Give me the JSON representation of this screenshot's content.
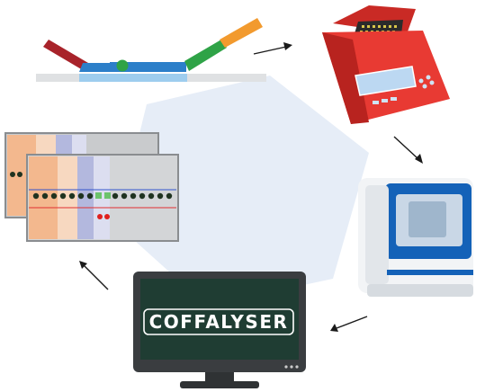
{
  "diagram": {
    "nodes": [
      {
        "id": "probe-hybridization",
        "icon": "mlpa-probe-icon"
      },
      {
        "id": "pcr-amplification",
        "icon": "thermal-cycler-icon"
      },
      {
        "id": "capillary-electrophoresis",
        "icon": "sequencer-icon"
      },
      {
        "id": "data-analysis",
        "icon": "monitor-icon"
      },
      {
        "id": "result-charts",
        "icon": "ratio-chart-icon"
      }
    ],
    "edges": [
      {
        "from": "probe-hybridization",
        "to": "pcr-amplification"
      },
      {
        "from": "pcr-amplification",
        "to": "capillary-electrophoresis"
      },
      {
        "from": "capillary-electrophoresis",
        "to": "data-analysis"
      },
      {
        "from": "data-analysis",
        "to": "result-charts"
      }
    ]
  },
  "monitor": {
    "logo_text": "COFFALYSER"
  },
  "colors": {
    "hexagon": "#e6edf7",
    "thermal_cycler": "#e83a33",
    "sequencer_blue": "#1462b8",
    "monitor_screen": "#1f3d33",
    "probe_dark_red": "#a8232a",
    "probe_blue": "#2c7fc9",
    "probe_green": "#2fa347",
    "probe_orange": "#f29a2e"
  }
}
